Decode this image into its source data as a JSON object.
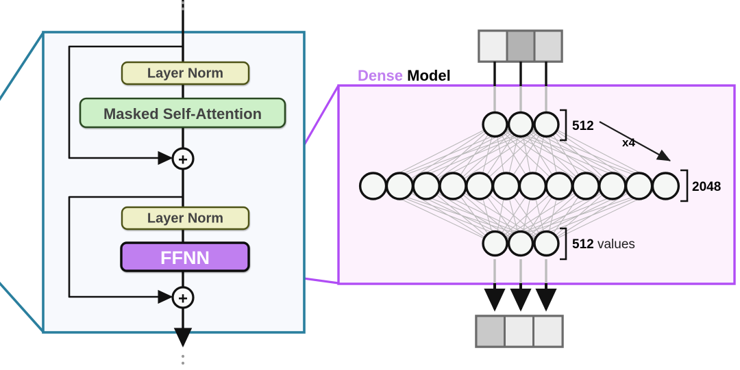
{
  "diagram": {
    "title_parts": {
      "accent": "Dense",
      "plain": " Model"
    },
    "colors": {
      "teal_frame": "#2a7f9e",
      "purple_frame": "#b04df5",
      "purple_accent": "#c07ff0",
      "ffnn_fill": "#c07ff0",
      "layernorm_fill": "#eff0c8",
      "layernorm_stroke": "#4d5319",
      "attention_fill": "#cdf0c8",
      "attention_stroke": "#2a4a22",
      "block_bg": "#f7f9fd",
      "dense_bg": "#fdf2fd",
      "edge_gray": "#b0b0b0",
      "text_dark": "#434343"
    },
    "transformer_block": {
      "blocks": [
        {
          "id": "layer-norm-1",
          "label": "Layer Norm"
        },
        {
          "id": "masked-self-attention",
          "label": "Masked Self-Attention"
        },
        {
          "id": "layer-norm-2",
          "label": "Layer Norm"
        },
        {
          "id": "ffnn",
          "label": "FFNN"
        }
      ],
      "adders": [
        {
          "id": "residual-add-1",
          "symbol": "+"
        },
        {
          "id": "residual-add-2",
          "symbol": "+"
        }
      ],
      "flow_top_ellipsis": "⋮",
      "flow_bottom_ellipsis": "⋮"
    },
    "dense_model": {
      "layers": [
        {
          "id": "input-projection-layer",
          "neurons": 3,
          "size_label": "512",
          "size_suffix": ""
        },
        {
          "id": "hidden-layer",
          "neurons": 12,
          "size_label": "2048",
          "size_suffix": ""
        },
        {
          "id": "output-projection-layer",
          "neurons": 3,
          "size_label": "512",
          "size_suffix": " values"
        }
      ],
      "expansion_label": "x4",
      "input_cells": [
        {
          "id": "input-cell-1",
          "shade": "#efefef"
        },
        {
          "id": "input-cell-2",
          "shade": "#b3b3b3"
        },
        {
          "id": "input-cell-3",
          "shade": "#d9d9d9"
        }
      ],
      "output_cells": [
        {
          "id": "output-cell-1",
          "shade": "#c9c9c9"
        },
        {
          "id": "output-cell-2",
          "shade": "#ececec"
        },
        {
          "id": "output-cell-3",
          "shade": "#ececec"
        }
      ]
    }
  }
}
